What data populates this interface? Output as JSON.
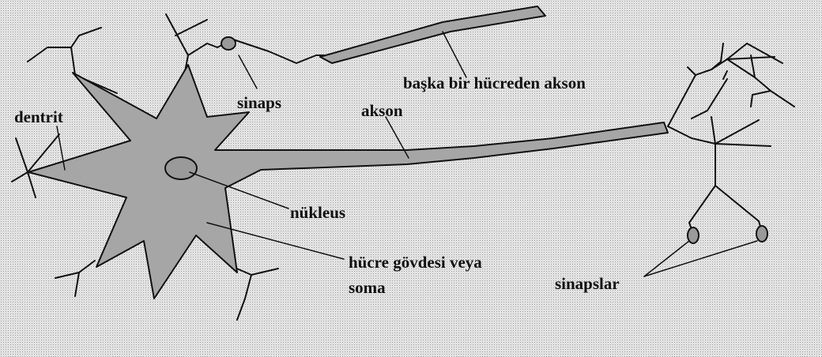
{
  "labels": {
    "dentrit": "dentrit",
    "sinaps": "sinaps",
    "baska_akson": "başka bir hücreden akson",
    "akson": "akson",
    "nukleus": "nükleus",
    "soma_line1": "hücre gövdesi veya",
    "soma_line2": "soma",
    "sinapslar": "sinapslar"
  },
  "colors": {
    "cell_fill": "#a6a6a6",
    "line": "#111111",
    "background": "#e9e9e9"
  }
}
